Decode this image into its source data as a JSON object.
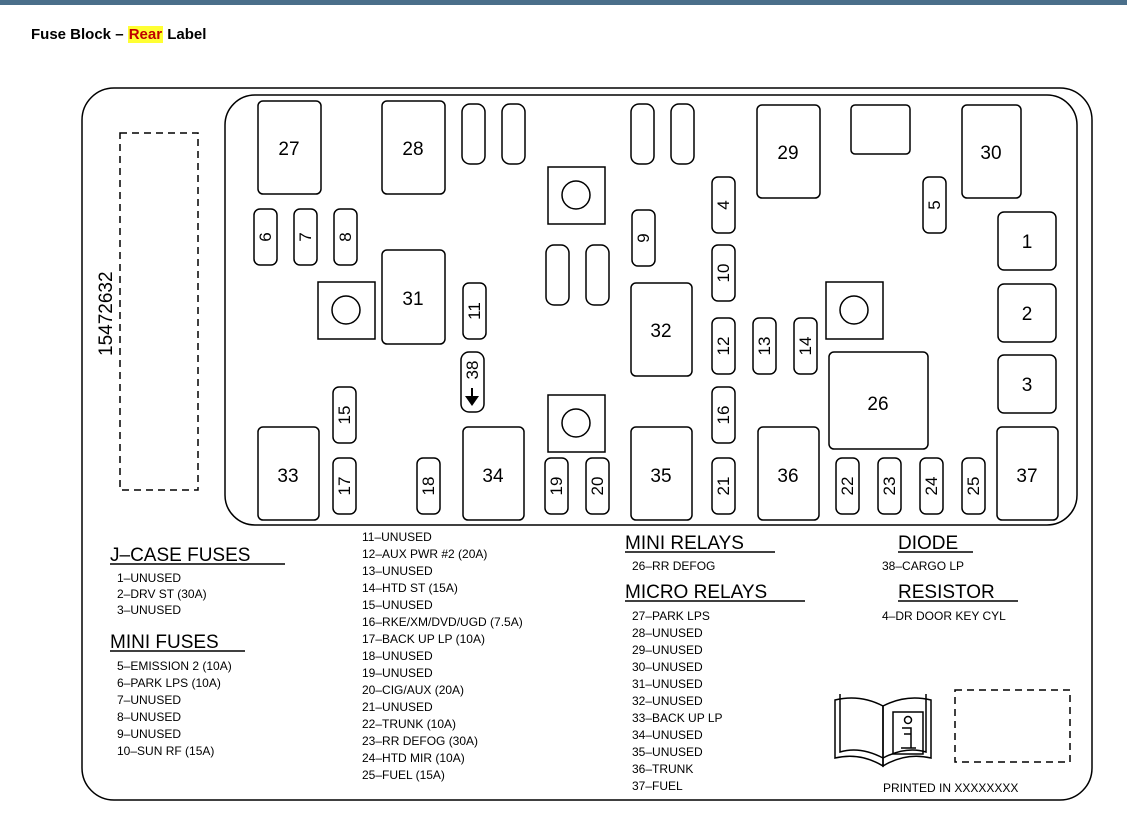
{
  "heading": {
    "prefix": "Fuse Block – ",
    "highlight": "Rear",
    "suffix": " Label"
  },
  "part_number": "15472632",
  "slots": {
    "r27": "27",
    "r28": "28",
    "r29": "29",
    "r30": "30",
    "r31": "31",
    "r32": "32",
    "r26": "26",
    "r33": "33",
    "r34": "34",
    "r35": "35",
    "r36": "36",
    "r37": "37",
    "j1": "1",
    "j2": "2",
    "j3": "3",
    "f4": "4",
    "f5": "5",
    "f6": "6",
    "f7": "7",
    "f8": "8",
    "f9": "9",
    "f10": "10",
    "f11": "11",
    "f12": "12",
    "f13": "13",
    "f14": "14",
    "f15": "15",
    "f16": "16",
    "f17": "17",
    "f18": "18",
    "f19": "19",
    "f20": "20",
    "f21": "21",
    "f22": "22",
    "f23": "23",
    "f24": "24",
    "f25": "25",
    "d38": "38"
  },
  "legend": {
    "jcase_title": "J–CASE FUSES",
    "jcase_items": [
      "1–UNUSED",
      "2–DRV ST (30A)",
      "3–UNUSED"
    ],
    "mini_fuses_title": "MINI FUSES",
    "mini_fuses_items": [
      "5–EMISSION 2 (10A)",
      "6–PARK LPS (10A)",
      "7–UNUSED",
      "8–UNUSED",
      "9–UNUSED",
      "10–SUN RF (15A)"
    ],
    "middle_items": [
      "11–UNUSED",
      "12–AUX PWR #2 (20A)",
      "13–UNUSED",
      "14–HTD ST (15A)",
      "15–UNUSED",
      "16–RKE/XM/DVD/UGD (7.5A)",
      "17–BACK UP LP (10A)",
      "18–UNUSED",
      "19–UNUSED",
      "20–CIG/AUX (20A)",
      "21–UNUSED",
      "22–TRUNK (10A)",
      "23–RR DEFOG (30A)",
      "24–HTD MIR (10A)",
      "25–FUEL (15A)"
    ],
    "mini_relays_title": "MINI RELAYS",
    "mini_relays_items": [
      "26–RR DEFOG"
    ],
    "micro_relays_title": "MICRO RELAYS",
    "micro_relays_items": [
      "27–PARK LPS",
      "28–UNUSED",
      "29–UNUSED",
      "30–UNUSED",
      "31–UNUSED",
      "32–UNUSED",
      "33–BACK UP LP",
      "34–UNUSED",
      "35–UNUSED",
      "36–TRUNK",
      "37–FUEL"
    ],
    "diode_title": "DIODE",
    "diode_items": [
      "38–CARGO LP"
    ],
    "resistor_title": "RESISTOR",
    "resistor_items": [
      "4–DR DOOR KEY CYL"
    ]
  },
  "printed_in": "PRINTED IN XXXXXXXX"
}
